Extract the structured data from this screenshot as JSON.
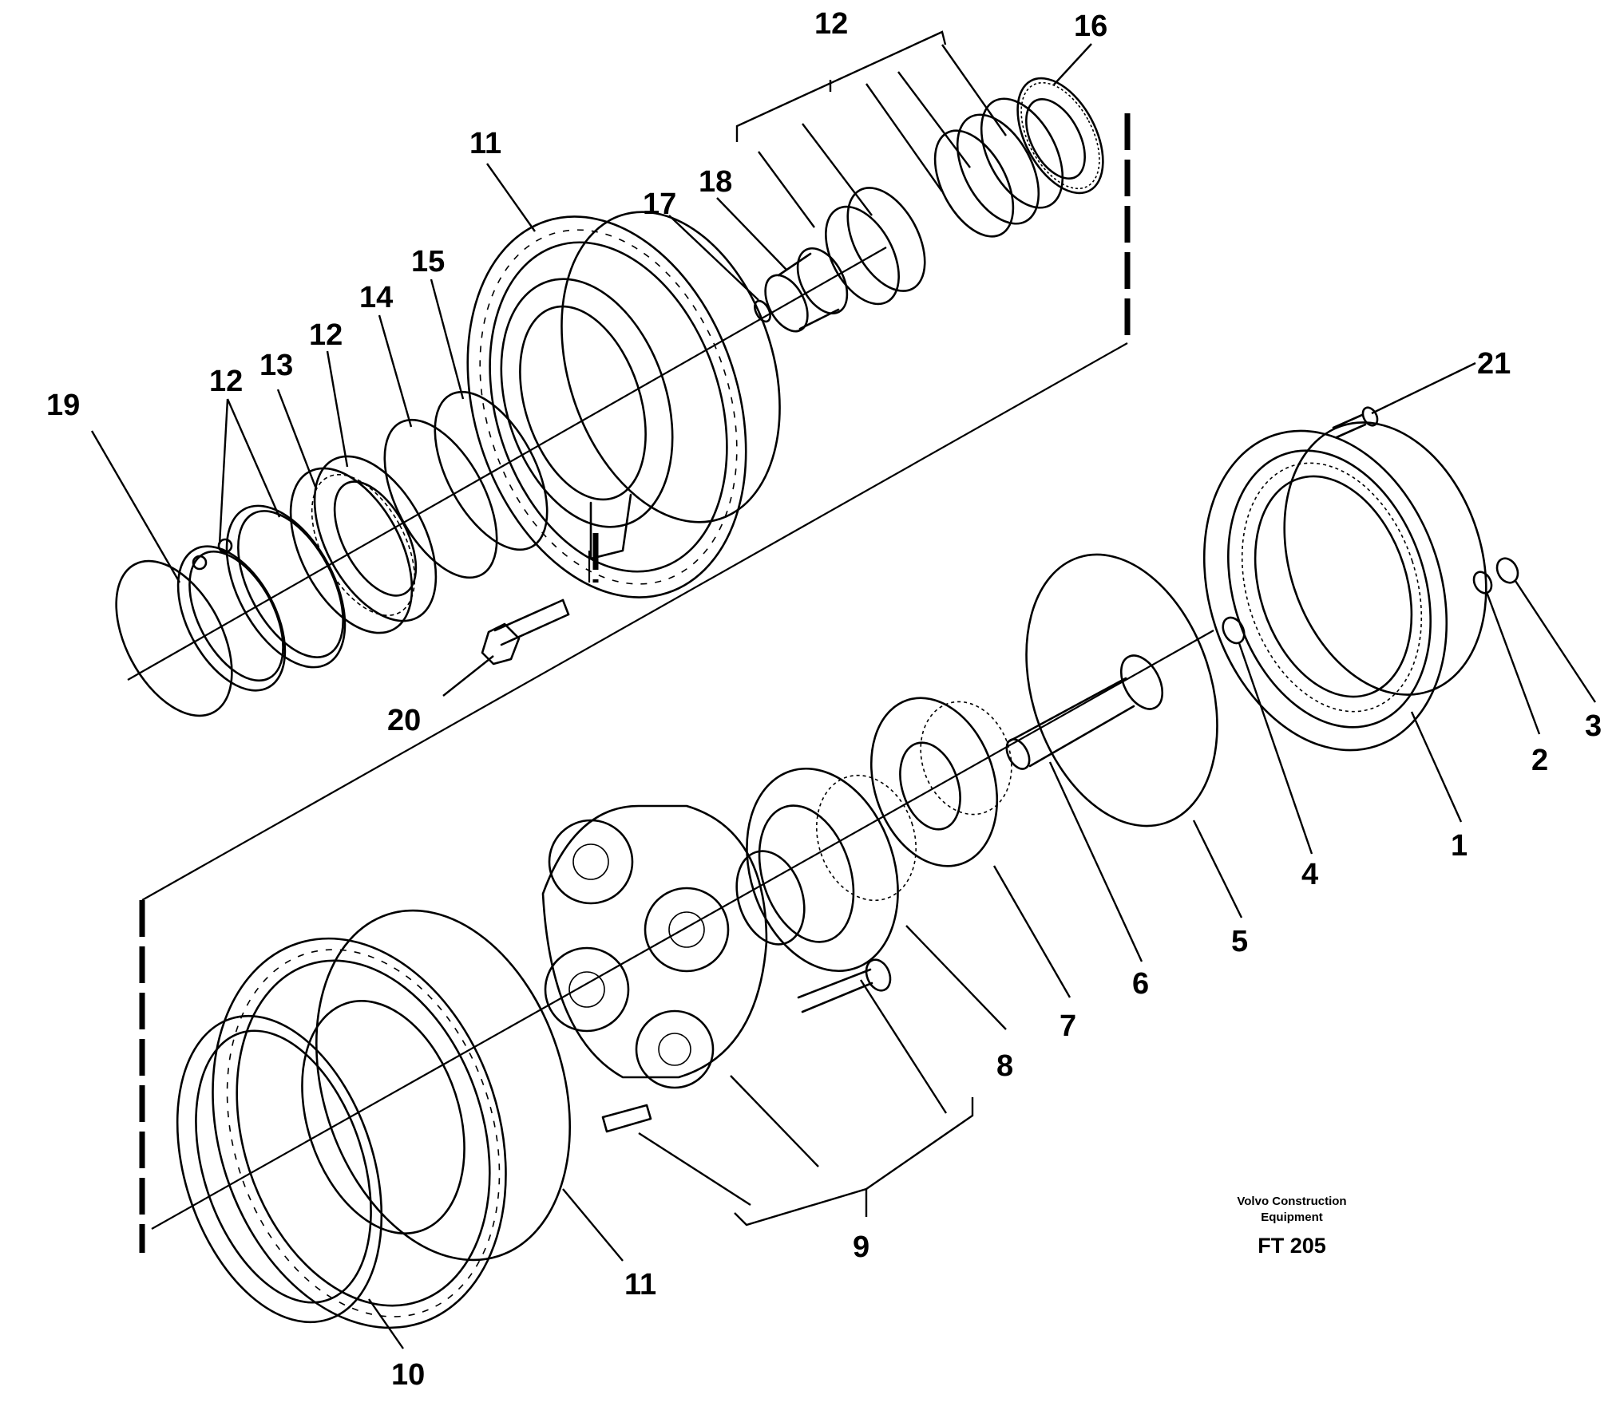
{
  "callouts": {
    "c1": "1",
    "c2": "2",
    "c3": "3",
    "c4": "4",
    "c5": "5",
    "c6": "6",
    "c7": "7",
    "c8": "8",
    "c9": "9",
    "c10": "10",
    "c11_top": "11",
    "c11_bottom": "11",
    "c12_top": "12",
    "c12_a": "12",
    "c12_b": "12",
    "c13": "13",
    "c14": "14",
    "c15": "15",
    "c16": "16",
    "c17": "17",
    "c18": "18",
    "c19": "19",
    "c20": "20",
    "c21": "21"
  },
  "footer": {
    "company_line1": "Volvo Construction",
    "company_line2": "Equipment",
    "figure_id": "FT 205"
  }
}
